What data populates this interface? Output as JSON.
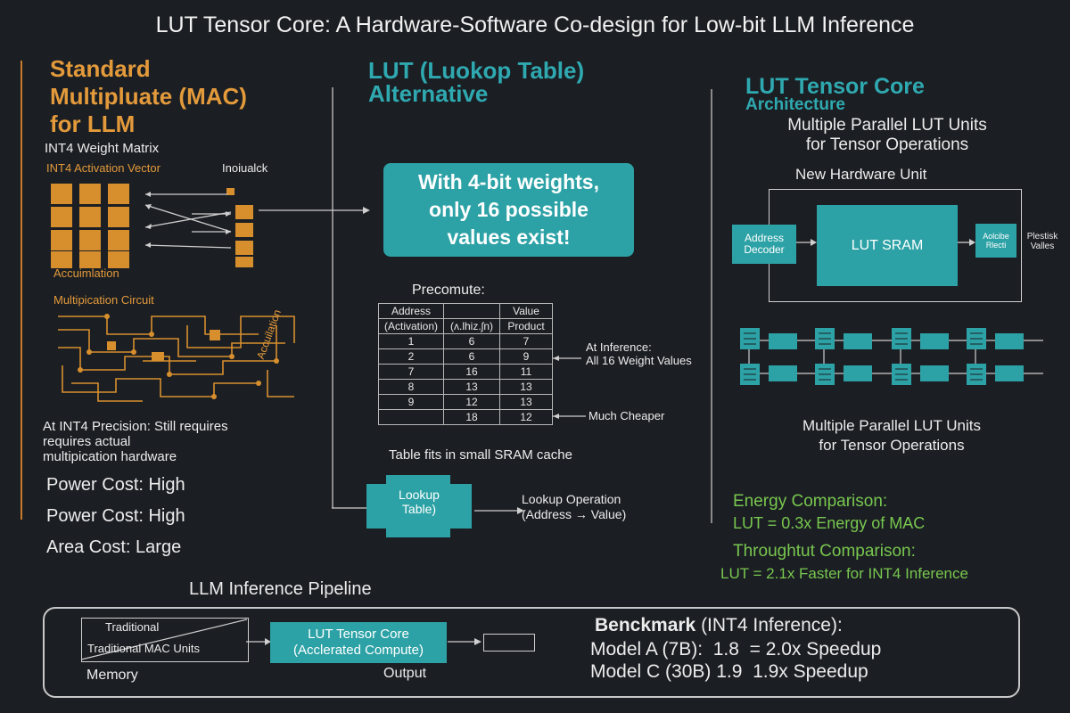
{
  "title": "LUT Tensor Core: A Hardware-Software Co-design for Low-bit LLM Inference",
  "left": {
    "heading_line1": "Standard",
    "heading_line2": "Multipluate (MAC)",
    "heading_line3": "for LLM",
    "weight_matrix": "INT4 Weight Matrix",
    "activation_vector": "INT4 Activation Vector",
    "inoiualck": "Inoiualck",
    "accumulation": "Accuimlation",
    "mult_circuit": "Multipication Circuit",
    "accumulation_vertical": "Accuilation",
    "precision_line1": "At INT4 Precision: Still requires",
    "precision_line2": "requires actual",
    "precision_line3": "multipication hardware",
    "power_cost_1": "Power Cost: High",
    "power_cost_2": "Power Cost: High",
    "area_cost": "Area Cost: Large"
  },
  "middle": {
    "heading_line1": "LUT (Luokop Table)",
    "heading_line2": "Alternative",
    "callout_line1": "With 4-bit weights,",
    "callout_line2": "only 16 possible",
    "callout_line3": "values exist!",
    "precompute": "Precomute:",
    "table": {
      "header1": [
        "Address",
        "",
        "Value"
      ],
      "header2": [
        "(Activation)",
        "(ʌ.lhiz.ʃn)",
        "Product"
      ],
      "rows": [
        [
          "1",
          "6",
          "7"
        ],
        [
          "2",
          "6",
          "9"
        ],
        [
          "7",
          "16",
          "11"
        ],
        [
          "8",
          "13",
          "13"
        ],
        [
          "9",
          "12",
          "13"
        ],
        [
          "",
          "18",
          "12"
        ]
      ]
    },
    "at_inference_1": "At Inference:",
    "at_inference_2": "All 16 Weight Values",
    "much_cheaper": "Much Cheaper",
    "sram_fit": "Table fits in small SRAM cache",
    "lookup_table_1": "Lookup",
    "lookup_table_2": "Table)",
    "lookup_op_1": "Lookup Operation",
    "lookup_op_2": "(Address → Value)"
  },
  "right": {
    "heading_line1": "LUT Tensor Core",
    "heading_line2": "Architecture",
    "sub_line1": "Multiple Parallel LUT Units",
    "sub_line2": "for Tensor Operations",
    "new_hw_unit": "New Hardware Unit",
    "addr_decoder_1": "Address",
    "addr_decoder_2": "Decoder",
    "lut_sram": "LUT SRAM",
    "adder_1": "Aolcibe",
    "adder_2": "Rlecti",
    "result_values_1": "Plestisk",
    "result_values_2": "Valles",
    "parallel_line1": "Multiple Parallel LUT Units",
    "parallel_line2": "for Tensor Operations",
    "energy_title": "Energy Comparison:",
    "energy_value": "LUT = 0.3x Energy of MAC",
    "throughput_title": "Throughtut Comparison:",
    "throughput_value": "LUT = 2.1x Faster for INT4 Inference"
  },
  "pipeline": {
    "title": "LLM Inference Pipeline",
    "traditional": "Traditional",
    "traditional_mac": "Traditional MAC Units",
    "memory": "Memory",
    "lut_core_1": "LUT Tensor Core",
    "lut_core_2": "(Acclerated Compute)",
    "output": "Output",
    "bench_title_bold": "Benckmark",
    "bench_title_rest": " (INT4 Inference):",
    "bench_line1": "Model A (7B):  1.8  = 2.0x Speedup",
    "bench_line2": "Model C (30B) 1.9  1.9x Speedup"
  },
  "colors": {
    "background": "#1b1e23",
    "orange": "#e39a3b",
    "teal": "#2da2a6",
    "green": "#78c74f"
  }
}
